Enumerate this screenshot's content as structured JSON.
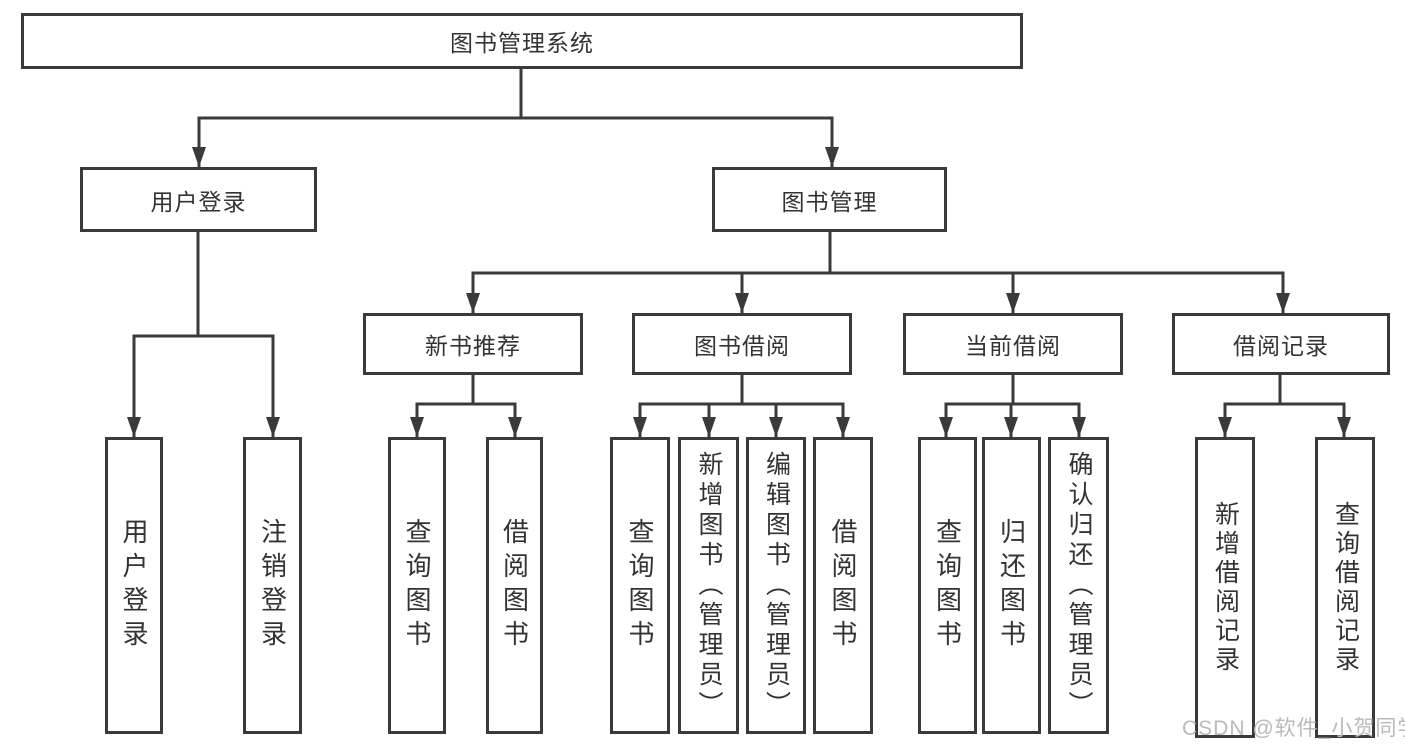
{
  "diagram": {
    "title": "图书管理系统",
    "branches": [
      {
        "label": "用户登录",
        "children": [
          "用户登录",
          "注销登录"
        ]
      },
      {
        "label": "图书管理",
        "groups": [
          {
            "label": "新书推荐",
            "children": [
              "查询图书",
              "借阅图书"
            ]
          },
          {
            "label": "图书借阅",
            "children": [
              "查询图书",
              "新增图书（管理员）",
              "编辑图书（管理员）",
              "借阅图书"
            ]
          },
          {
            "label": "当前借阅",
            "children": [
              "查询图书",
              "归还图书",
              "确认归还（管理员）"
            ]
          },
          {
            "label": "借阅记录",
            "children": [
              "新增借阅记录",
              "查询借阅记录"
            ]
          }
        ]
      }
    ]
  },
  "watermark": {
    "text": "CSDN @软件_小贺同学"
  },
  "colors": {
    "line": "#3a3a3a",
    "box_border": "#3a3a3a",
    "text": "#333333",
    "background": "#ffffff",
    "watermark": "#b9b9be"
  }
}
